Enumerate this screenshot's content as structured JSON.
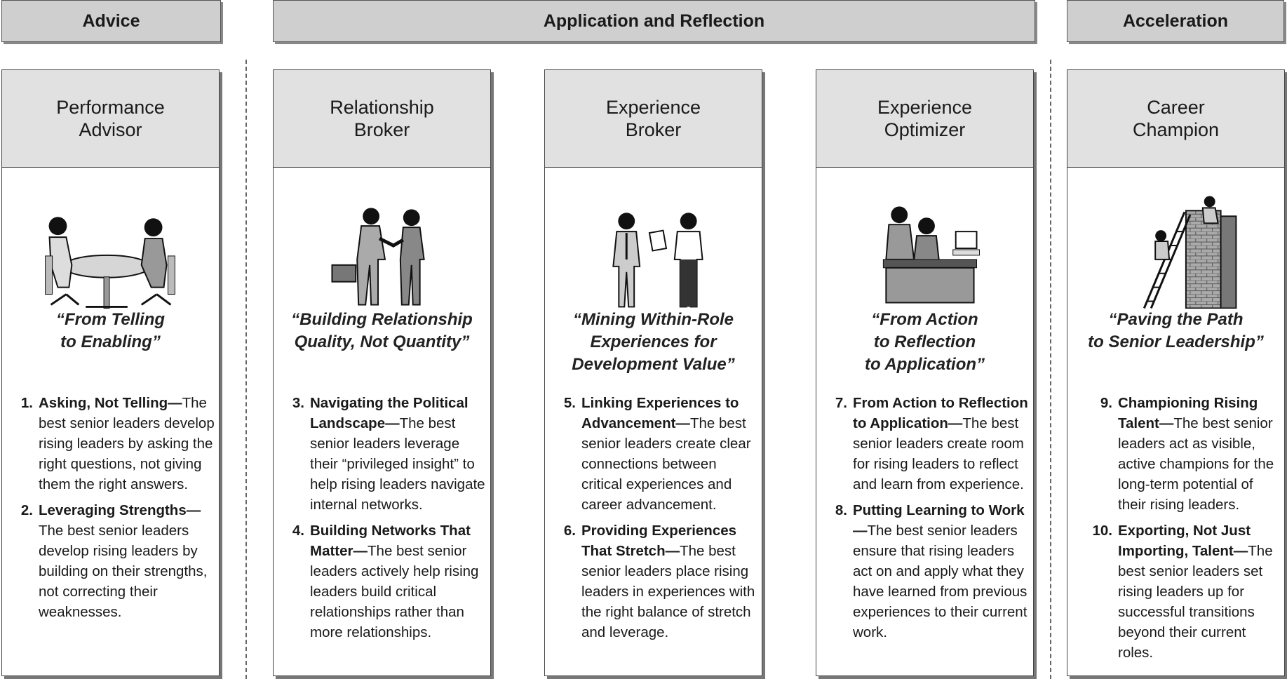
{
  "headers": [
    {
      "label": "Advice"
    },
    {
      "label": "Application and Reflection"
    },
    {
      "label": "Acceleration"
    }
  ],
  "cards": [
    {
      "title": "Performance\nAdvisor",
      "illustration": "meeting-table-icon",
      "quote": "“From Telling\nto Enabling”",
      "items": [
        {
          "num": "1.",
          "title": "Asking, Not Telling—",
          "text": "The best senior leaders develop rising leaders by asking the right questions, not giving them the right answers."
        },
        {
          "num": "2.",
          "title": "Leveraging Strengths—",
          "text": "The best senior leaders develop rising leaders by building on their strengths, not correcting their weaknesses."
        }
      ]
    },
    {
      "title": "Relationship\nBroker",
      "illustration": "handshake-icon",
      "quote": "“Building Relationship\nQuality, Not Quantity”",
      "items": [
        {
          "num": "3.",
          "title": "Navigating the Political Landscape—",
          "text": "The best senior leaders leverage their “privileged insight” to help rising leaders navigate internal networks."
        },
        {
          "num": "4.",
          "title": "Building Networks That Matter—",
          "text": "The best senior leaders actively help rising leaders build critical relationships rather than more relationships."
        }
      ]
    },
    {
      "title": "Experience\nBroker",
      "illustration": "document-handoff-icon",
      "quote": "“Mining Within-Role\nExperiences for\nDevelopment Value”",
      "items": [
        {
          "num": "5.",
          "title": "Linking Experiences to Advancement—",
          "text": "The best senior leaders create clear connections between critical experiences and career advancement."
        },
        {
          "num": "6.",
          "title": "Providing Experiences That Stretch—",
          "text": "The best senior leaders place rising leaders in experiences with the right balance of stretch and leverage."
        }
      ]
    },
    {
      "title": "Experience\nOptimizer",
      "illustration": "desk-computer-icon",
      "quote": "“From Action\nto Reflection\nto Application”",
      "items": [
        {
          "num": "7.",
          "title": "From Action to Reflection to Application—",
          "text": "The best senior leaders create room for rising leaders to reflect and learn from experience."
        },
        {
          "num": "8.",
          "title": "Putting Learning to Work—",
          "text": "The best senior leaders ensure that rising leaders act on and apply what they have learned from previous experiences to their current work."
        }
      ]
    },
    {
      "title": "Career\nChampion",
      "illustration": "ladder-wall-icon",
      "quote": "“Paving the Path\nto Senior Leadership”",
      "items": [
        {
          "num": "9.",
          "title": "Championing Rising Talent—",
          "text": "The best senior leaders act as visible, active champions for the long-term potential of their rising leaders."
        },
        {
          "num": "10.",
          "title": "Exporting, Not Just Importing, Talent—",
          "text": "The best senior leaders set rising leaders up for successful transitions beyond their current roles."
        }
      ]
    }
  ]
}
